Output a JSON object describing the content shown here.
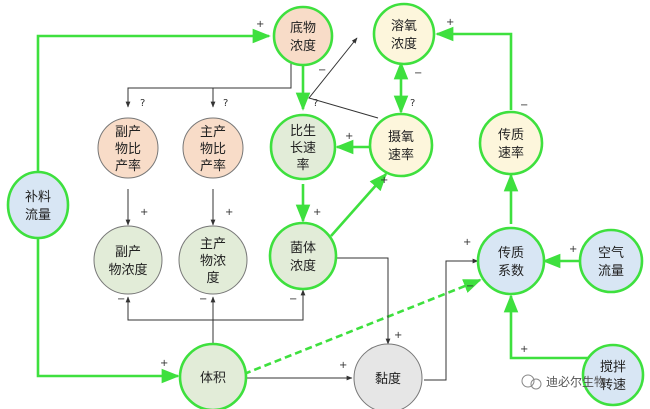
{
  "colors": {
    "green": "#3ee03e",
    "dark": "#333333",
    "fill_orange": "#f8dcc8",
    "fill_green": "#e2ecd8",
    "fill_yellow": "#fdf6dc",
    "fill_blue": "#d8e6f4",
    "fill_gray": "#e6e6e6"
  },
  "nodes": {
    "feed_flow": [
      "补料",
      "流量"
    ],
    "substrate": [
      "底物",
      "浓度"
    ],
    "dissolved_oxygen": [
      "溶氧",
      "浓度"
    ],
    "byproduct_ratio": [
      "副产",
      "物比",
      "产率"
    ],
    "product_ratio": [
      "主产",
      "物比",
      "产率"
    ],
    "specific_growth": [
      "比生",
      "长速",
      "率"
    ],
    "oxygen_uptake": [
      "摄氧",
      "速率"
    ],
    "mass_transfer_rate": [
      "传质",
      "速率"
    ],
    "byproduct_conc": [
      "副产",
      "物浓度"
    ],
    "product_conc": [
      "主产",
      "物浓",
      "度"
    ],
    "biomass": [
      "菌体",
      "浓度"
    ],
    "mass_transfer_coef": [
      "传质",
      "系数"
    ],
    "air_flow": [
      "空气",
      "流量"
    ],
    "volume": [
      "体积"
    ],
    "viscosity": [
      "黏度"
    ],
    "agitation": [
      "搅拌",
      "转速"
    ]
  },
  "signs": {
    "plus": "+",
    "minus": "−",
    "unknown": "?"
  },
  "watermark": "迪必尔生物"
}
